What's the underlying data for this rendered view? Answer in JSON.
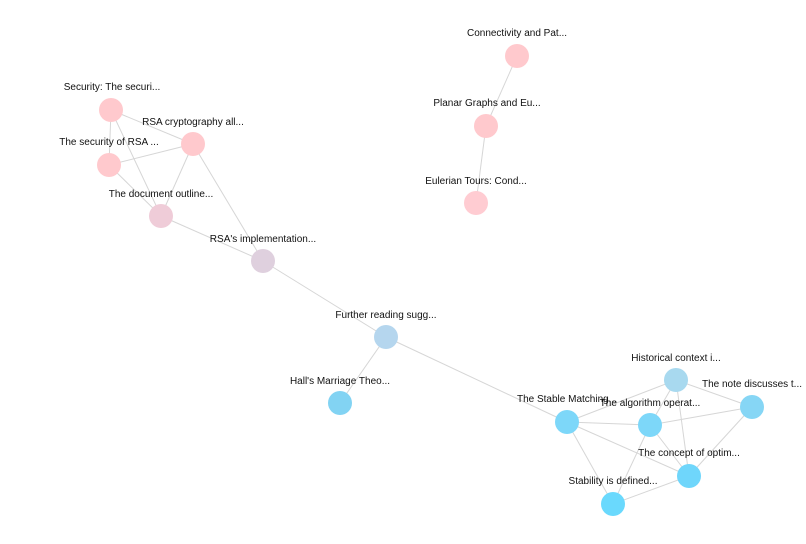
{
  "graph": {
    "nodes": [
      {
        "id": "n1",
        "label": "Connectivity and Pat...",
        "color": "#ffc9cd"
      },
      {
        "id": "n2",
        "label": "Planar Graphs and Eu...",
        "color": "#ffc9cd"
      },
      {
        "id": "n3",
        "label": "Eulerian Tours: Cond...",
        "color": "#ffccd2"
      },
      {
        "id": "n4",
        "label": "Security: The securi...",
        "color": "#ffc9cd"
      },
      {
        "id": "n5",
        "label": "RSA cryptography all...",
        "color": "#ffc9cd"
      },
      {
        "id": "n6",
        "label": "The security of RSA ...",
        "color": "#ffc9cd"
      },
      {
        "id": "n7",
        "label": "The document outline...",
        "color": "#efccd8"
      },
      {
        "id": "n8",
        "label": "RSA's implementation...",
        "color": "#dfd0de"
      },
      {
        "id": "n9",
        "label": "Further reading sugg...",
        "color": "#b5d6ee"
      },
      {
        "id": "n10",
        "label": "Hall's Marriage Theo...",
        "color": "#82d3f3"
      },
      {
        "id": "n11",
        "label": "The Stable Matching...",
        "color": "#7dd7f9"
      },
      {
        "id": "n12",
        "label": "Historical context i...",
        "color": "#a8d9ef"
      },
      {
        "id": "n13",
        "label": "The algorithm operat...",
        "color": "#7dd7f9"
      },
      {
        "id": "n14",
        "label": "The note discusses t...",
        "color": "#86d6f5"
      },
      {
        "id": "n15",
        "label": "The concept of optim...",
        "color": "#6fd6fb"
      },
      {
        "id": "n16",
        "label": "Stability is defined...",
        "color": "#6ad9fd"
      }
    ],
    "edges": [
      [
        "n1",
        "n2"
      ],
      [
        "n2",
        "n3"
      ],
      [
        "n4",
        "n5"
      ],
      [
        "n4",
        "n6"
      ],
      [
        "n4",
        "n7"
      ],
      [
        "n5",
        "n6"
      ],
      [
        "n5",
        "n7"
      ],
      [
        "n5",
        "n8"
      ],
      [
        "n6",
        "n7"
      ],
      [
        "n7",
        "n8"
      ],
      [
        "n8",
        "n9"
      ],
      [
        "n9",
        "n10"
      ],
      [
        "n9",
        "n11"
      ],
      [
        "n11",
        "n13"
      ],
      [
        "n11",
        "n12"
      ],
      [
        "n11",
        "n15"
      ],
      [
        "n11",
        "n16"
      ],
      [
        "n12",
        "n13"
      ],
      [
        "n12",
        "n14"
      ],
      [
        "n12",
        "n15"
      ],
      [
        "n13",
        "n14"
      ],
      [
        "n13",
        "n15"
      ],
      [
        "n13",
        "n16"
      ],
      [
        "n14",
        "n15"
      ],
      [
        "n15",
        "n16"
      ]
    ]
  }
}
